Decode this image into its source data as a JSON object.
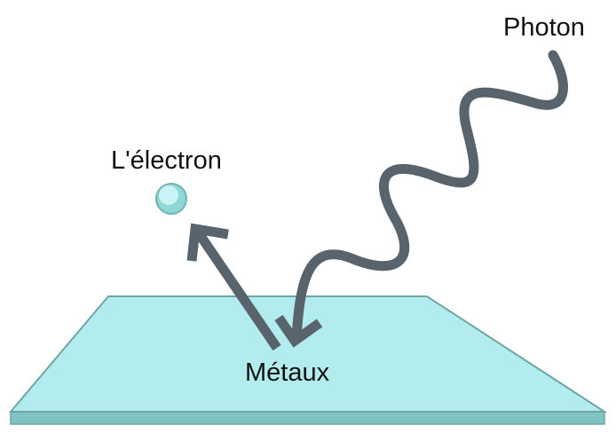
{
  "labels": {
    "photon": "Photon",
    "electron": "L'électron",
    "metal": "Métaux"
  },
  "colors": {
    "plate_fill": "#b3ecee",
    "plate_edge": "#7fc4c0",
    "stroke": "#59636b"
  }
}
